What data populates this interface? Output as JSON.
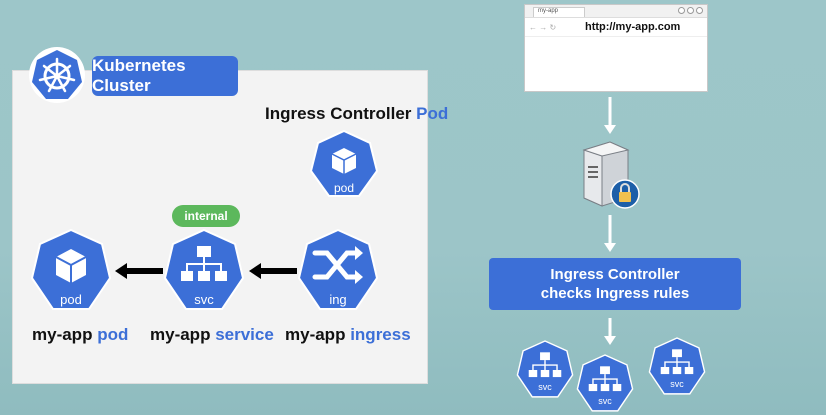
{
  "cluster": {
    "title": "Kubernetes Cluster",
    "ingress_controller_label": "Ingress Controller",
    "ingress_controller_pod_word": "Pod",
    "controller_pod_icon_label": "pod",
    "internal_label": "internal",
    "pod_icon_label": "pod",
    "svc_icon_label": "svc",
    "ing_icon_label": "ing",
    "pod_caption_prefix": "my-app",
    "pod_caption_highlight": "pod",
    "service_caption_prefix": "my-app",
    "service_caption_highlight": "service",
    "ingress_caption_prefix": "my-app",
    "ingress_caption_highlight": "ingress"
  },
  "browser": {
    "tab_title": "my-app",
    "url": "http://my-app.com"
  },
  "flow": {
    "controller_line1": "Ingress Controller",
    "controller_line2": "checks Ingress rules",
    "svc_labels": [
      "svc",
      "svc",
      "svc"
    ]
  },
  "colors": {
    "k8s_blue": "#3c6fd7",
    "internal_green": "#5cb85c",
    "background": "#9dc6c9"
  },
  "icons": [
    "kubernetes-wheel-icon",
    "pod-cube-icon",
    "service-network-icon",
    "ingress-shuffle-icon",
    "server-lock-icon",
    "arrow-left-icon",
    "arrow-down-icon"
  ]
}
